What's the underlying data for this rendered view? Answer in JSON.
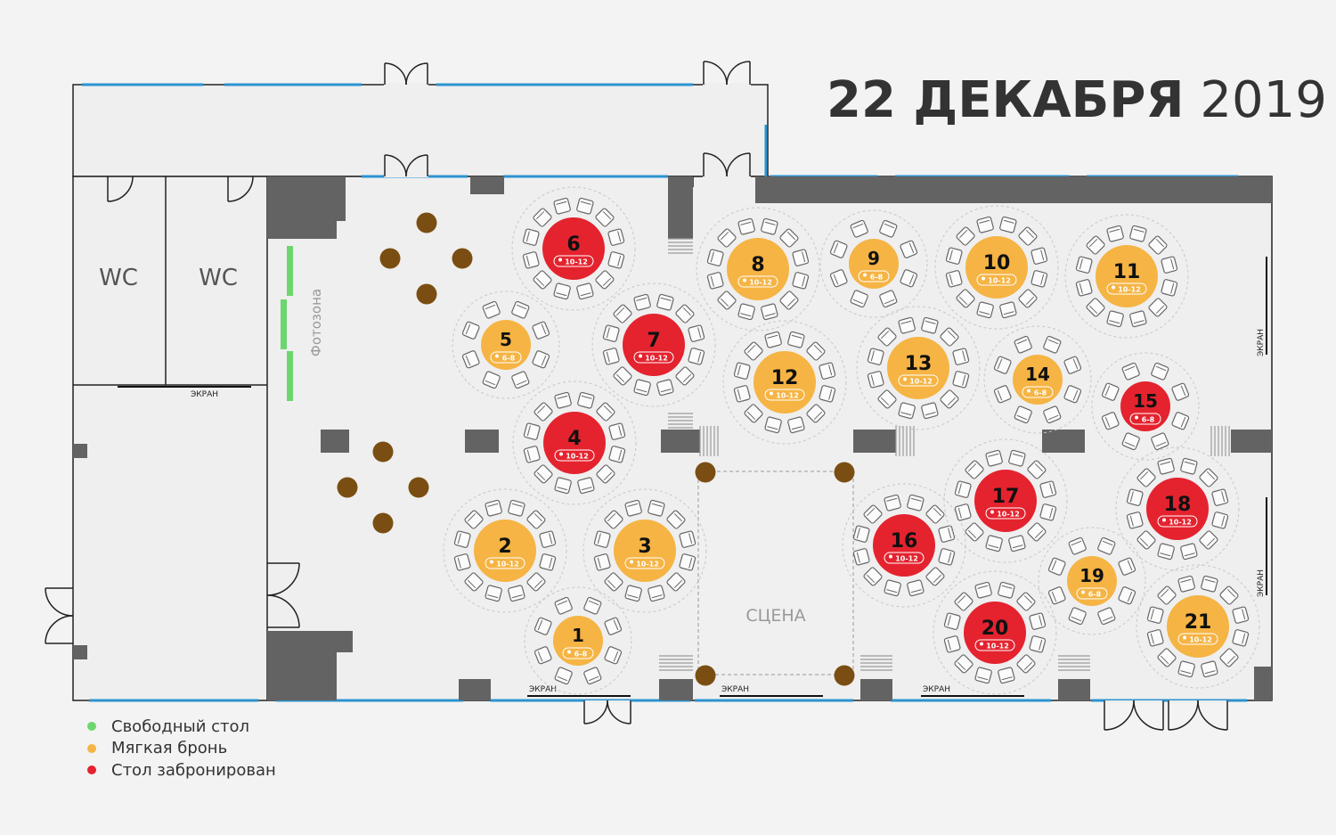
{
  "title": {
    "date": "22 ДЕКАБРЯ",
    "year": "2019"
  },
  "colors": {
    "free": "#6ed66e",
    "soft": "#f5b444",
    "booked": "#e4232f",
    "window": "#2b93d1",
    "wall": "#636363",
    "column": "#7a4e12"
  },
  "labels": {
    "wc": "WC",
    "photozone": "Фотозона",
    "stage": "СЦЕНА",
    "screen": "ЭКРАН"
  },
  "legend": [
    {
      "label": "Свободный стол",
      "status": "free"
    },
    {
      "label": "Мягкая бронь",
      "status": "soft"
    },
    {
      "label": "Стол забронирован",
      "status": "booked"
    }
  ],
  "tables": [
    {
      "num": "1",
      "cap": "6-8",
      "status": "soft"
    },
    {
      "num": "2",
      "cap": "10-12",
      "status": "soft"
    },
    {
      "num": "3",
      "cap": "10-12",
      "status": "soft"
    },
    {
      "num": "4",
      "cap": "10-12",
      "status": "booked"
    },
    {
      "num": "5",
      "cap": "6-8",
      "status": "soft"
    },
    {
      "num": "6",
      "cap": "10-12",
      "status": "booked"
    },
    {
      "num": "7",
      "cap": "10-12",
      "status": "booked"
    },
    {
      "num": "8",
      "cap": "10-12",
      "status": "soft"
    },
    {
      "num": "9",
      "cap": "6-8",
      "status": "soft"
    },
    {
      "num": "10",
      "cap": "10-12",
      "status": "soft"
    },
    {
      "num": "11",
      "cap": "10-12",
      "status": "soft"
    },
    {
      "num": "12",
      "cap": "10-12",
      "status": "soft"
    },
    {
      "num": "13",
      "cap": "10-12",
      "status": "soft"
    },
    {
      "num": "14",
      "cap": "6-8",
      "status": "soft"
    },
    {
      "num": "15",
      "cap": "6-8",
      "status": "booked"
    },
    {
      "num": "16",
      "cap": "10-12",
      "status": "booked"
    },
    {
      "num": "17",
      "cap": "10-12",
      "status": "booked"
    },
    {
      "num": "18",
      "cap": "10-12",
      "status": "booked"
    },
    {
      "num": "19",
      "cap": "6-8",
      "status": "soft"
    },
    {
      "num": "20",
      "cap": "10-12",
      "status": "booked"
    },
    {
      "num": "21",
      "cap": "10-12",
      "status": "soft"
    }
  ]
}
